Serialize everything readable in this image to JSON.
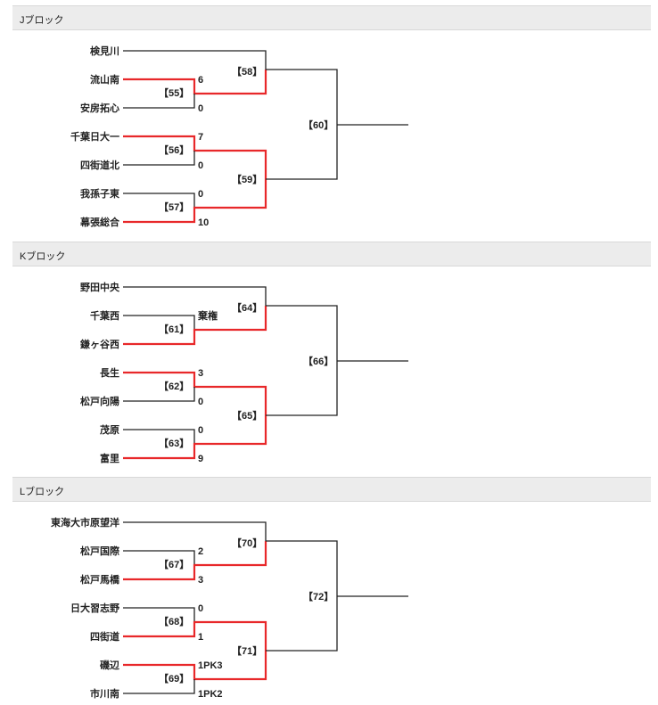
{
  "accent_colors": {
    "winner_line": "#e8282a",
    "line": "#222222",
    "header_bg": "#ececec"
  },
  "blocks": [
    {
      "title": "Jブロック",
      "teams": [
        "検見川",
        "流山南",
        "安房拓心",
        "千葉日大一",
        "四街道北",
        "我孫子東",
        "幕張総合"
      ],
      "matches": {
        "r1": [
          {
            "label": "【55】",
            "top_score": "6",
            "bottom_score": "0",
            "winner": "top"
          },
          {
            "label": "【56】",
            "top_score": "7",
            "bottom_score": "0",
            "winner": "top"
          },
          {
            "label": "【57】",
            "top_score": "0",
            "bottom_score": "10",
            "winner": "bottom"
          }
        ],
        "r2": [
          {
            "label": "【58】",
            "winner": "bottom"
          },
          {
            "label": "【59】",
            "winner": "top"
          }
        ],
        "final": {
          "label": "【60】"
        }
      }
    },
    {
      "title": "Kブロック",
      "teams": [
        "野田中央",
        "千葉西",
        "鎌ヶ谷西",
        "長生",
        "松戸向陽",
        "茂原",
        "富里"
      ],
      "matches": {
        "r1": [
          {
            "label": "【61】",
            "top_score": "棄権",
            "bottom_score": "",
            "winner": "bottom"
          },
          {
            "label": "【62】",
            "top_score": "3",
            "bottom_score": "0",
            "winner": "top"
          },
          {
            "label": "【63】",
            "top_score": "0",
            "bottom_score": "9",
            "winner": "bottom"
          }
        ],
        "r2": [
          {
            "label": "【64】",
            "winner": "bottom"
          },
          {
            "label": "【65】",
            "winner": "top"
          }
        ],
        "final": {
          "label": "【66】"
        }
      }
    },
    {
      "title": "Lブロック",
      "teams": [
        "東海大市原望洋",
        "松戸国際",
        "松戸馬橋",
        "日大習志野",
        "四街道",
        "磯辺",
        "市川南"
      ],
      "matches": {
        "r1": [
          {
            "label": "【67】",
            "top_score": "2",
            "bottom_score": "3",
            "winner": "bottom"
          },
          {
            "label": "【68】",
            "top_score": "0",
            "bottom_score": "1",
            "winner": "bottom"
          },
          {
            "label": "【69】",
            "top_score": "1PK3",
            "bottom_score": "1PK2",
            "winner": "top"
          }
        ],
        "r2": [
          {
            "label": "【70】",
            "winner": "bottom"
          },
          {
            "label": "【71】",
            "winner": "top"
          }
        ],
        "final": {
          "label": "【72】"
        }
      }
    }
  ]
}
